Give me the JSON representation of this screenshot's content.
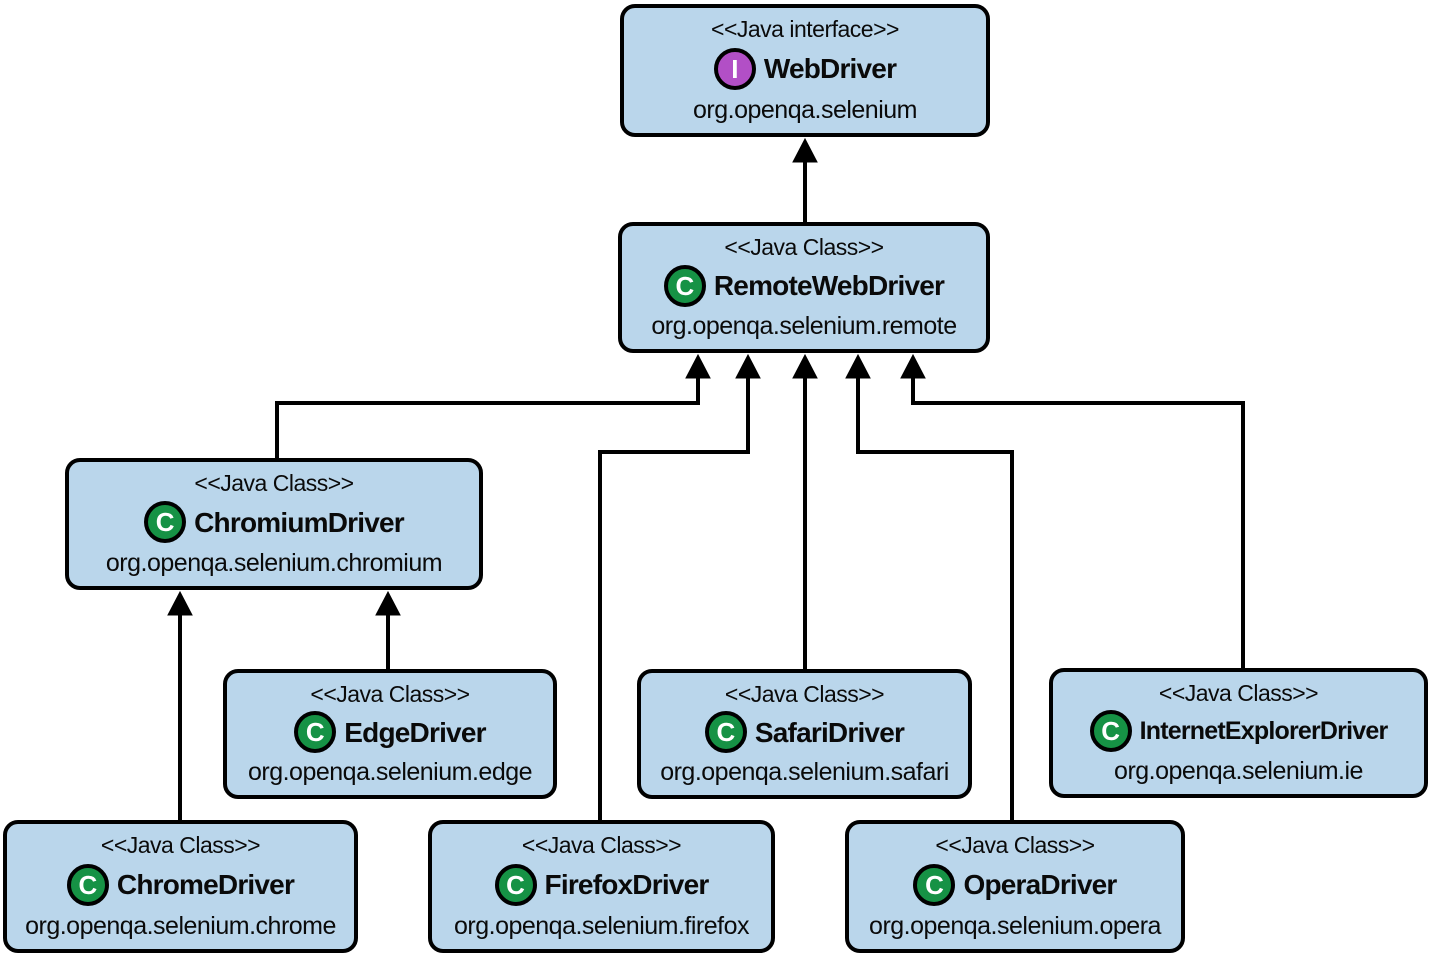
{
  "diagram": {
    "kind": "uml-class-diagram",
    "notation": "inheritance arrows: filled black triangle pointing at superclass"
  },
  "colors": {
    "background": "#ffffff",
    "box_fill": "#bad6eb",
    "box_border": "#000000",
    "connector": "#000000",
    "interface_badge": "#b24fc6",
    "class_badge": "#169245",
    "badge_letter_color": "#ffffff",
    "text_color": "#0a0a0a"
  },
  "nodes": [
    {
      "id": "webdriver",
      "kind": "interface",
      "stereotype": "<<Java interface>>",
      "icon_letter": "I",
      "name": "WebDriver",
      "package": "org.openqa.selenium"
    },
    {
      "id": "remotewebdriver",
      "kind": "class",
      "stereotype": "<<Java Class>>",
      "icon_letter": "C",
      "name": "RemoteWebDriver",
      "package": "org.openqa.selenium.remote"
    },
    {
      "id": "chromiumdriver",
      "kind": "class",
      "stereotype": "<<Java Class>>",
      "icon_letter": "C",
      "name": "ChromiumDriver",
      "package": "org.openqa.selenium.chromium"
    },
    {
      "id": "edgedriver",
      "kind": "class",
      "stereotype": "<<Java Class>>",
      "icon_letter": "C",
      "name": "EdgeDriver",
      "package": "org.openqa.selenium.edge"
    },
    {
      "id": "safaridriver",
      "kind": "class",
      "stereotype": "<<Java Class>>",
      "icon_letter": "C",
      "name": "SafariDriver",
      "package": "org.openqa.selenium.safari"
    },
    {
      "id": "internetexplorerdriver",
      "kind": "class",
      "stereotype": "<<Java Class>>",
      "icon_letter": "C",
      "name": "InternetExplorerDriver",
      "package": "org.openqa.selenium.ie"
    },
    {
      "id": "chromedriver",
      "kind": "class",
      "stereotype": "<<Java Class>>",
      "icon_letter": "C",
      "name": "ChromeDriver",
      "package": "org.openqa.selenium.chrome"
    },
    {
      "id": "firefoxdriver",
      "kind": "class",
      "stereotype": "<<Java Class>>",
      "icon_letter": "C",
      "name": "FirefoxDriver",
      "package": "org.openqa.selenium.firefox"
    },
    {
      "id": "operadriver",
      "kind": "class",
      "stereotype": "<<Java Class>>",
      "icon_letter": "C",
      "name": "OperaDriver",
      "package": "org.openqa.selenium.opera"
    }
  ],
  "edges": [
    {
      "from": "RemoteWebDriver",
      "to": "WebDriver",
      "relation": "implements/extends"
    },
    {
      "from": "ChromiumDriver",
      "to": "RemoteWebDriver",
      "relation": "extends"
    },
    {
      "from": "FirefoxDriver",
      "to": "RemoteWebDriver",
      "relation": "extends"
    },
    {
      "from": "SafariDriver",
      "to": "RemoteWebDriver",
      "relation": "extends"
    },
    {
      "from": "OperaDriver",
      "to": "RemoteWebDriver",
      "relation": "extends"
    },
    {
      "from": "InternetExplorerDriver",
      "to": "RemoteWebDriver",
      "relation": "extends"
    },
    {
      "from": "ChromeDriver",
      "to": "ChromiumDriver",
      "relation": "extends"
    },
    {
      "from": "EdgeDriver",
      "to": "ChromiumDriver",
      "relation": "extends"
    }
  ]
}
